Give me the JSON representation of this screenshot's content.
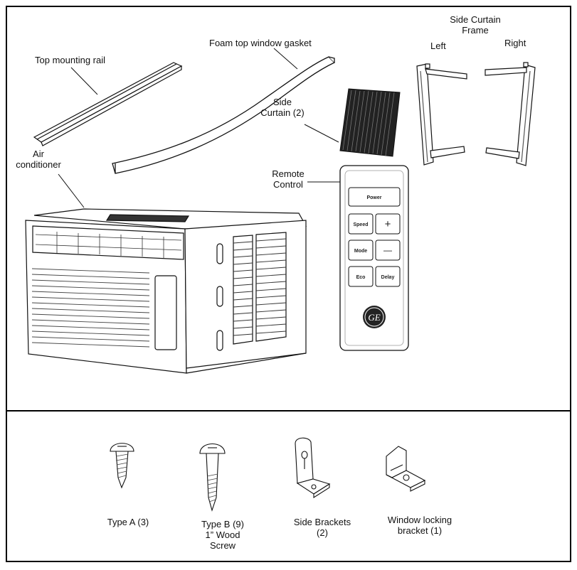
{
  "parts": {
    "top_mounting_rail": "Top mounting rail",
    "foam_gasket": "Foam top window gasket",
    "side_curtain_line1": "Side",
    "side_curtain_line2": "Curtain (2)",
    "frame_title_line1": "Side Curtain",
    "frame_title_line2": "Frame",
    "frame_left": "Left",
    "frame_right": "Right",
    "air_conditioner_line1": "Air",
    "air_conditioner_line2": "conditioner",
    "remote_control_line1": "Remote",
    "remote_control_line2": "Control"
  },
  "remote": {
    "power": "Power",
    "speed": "Speed",
    "plus": "+",
    "mode": "Mode",
    "minus": "—",
    "eco": "Eco",
    "delay": "Delay",
    "logo": "GE"
  },
  "hardware": {
    "type_a": "Type A (3)",
    "type_b_line1": "Type B (9)",
    "type_b_line2": "1” Wood",
    "type_b_line3": "Screw",
    "side_brackets_line1": "Side Brackets",
    "side_brackets_line2": "(2)",
    "window_lock_line1": "Window locking",
    "window_lock_line2": "bracket (1)"
  }
}
